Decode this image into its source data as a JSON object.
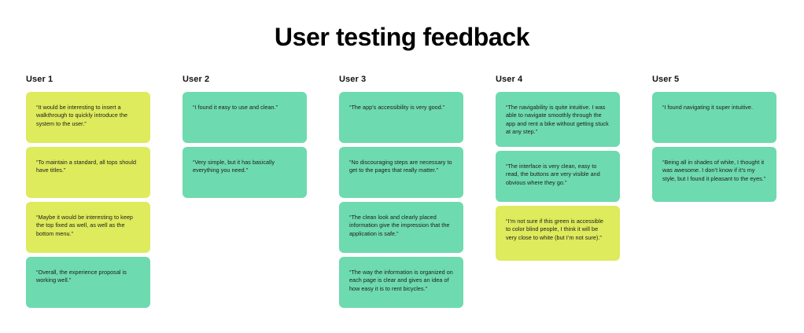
{
  "page": {
    "title": "User testing feedback",
    "background": "#ffffff",
    "title_color": "#000000"
  },
  "colors": {
    "yellow": "#DDEB5C",
    "green": "#6EDAAF",
    "text": "#1b1b1b"
  },
  "columns": [
    {
      "header": "User 1",
      "cards": [
        {
          "text": "“It would be interesting to insert a walkthrough to quickly introduce the system to the user.”",
          "color": "#DDEB5C",
          "color_name": "yellow"
        },
        {
          "text": "“To maintain a standard, all tops should have titles.”",
          "color": "#DDEB5C",
          "color_name": "yellow"
        },
        {
          "text": "“Maybe it would be interesting to keep the top fixed as well, as well as the bottom menu.”",
          "color": "#DDEB5C",
          "color_name": "yellow"
        },
        {
          "text": "“Overall, the experience proposal is working well.”",
          "color": "#6EDAAF",
          "color_name": "green"
        }
      ]
    },
    {
      "header": "User 2",
      "cards": [
        {
          "text": "“I found it easy to use and clean.”",
          "color": "#6EDAAF",
          "color_name": "green"
        },
        {
          "text": "“Very simple, but it has basically everything you need.”",
          "color": "#6EDAAF",
          "color_name": "green"
        }
      ]
    },
    {
      "header": "User 3",
      "cards": [
        {
          "text": "“The app’s accessibility is very good.”",
          "color": "#6EDAAF",
          "color_name": "green"
        },
        {
          "text": "“No discouraging steps are necessary to get to the pages that really matter.”",
          "color": "#6EDAAF",
          "color_name": "green"
        },
        {
          "text": "“The clean look and clearly placed information give the impression that the application is safe.”",
          "color": "#6EDAAF",
          "color_name": "green"
        },
        {
          "text": "“The way the information is organized on each page is clear and gives an idea of how easy it is to rent bicycles.”",
          "color": "#6EDAAF",
          "color_name": "green"
        }
      ]
    },
    {
      "header": "User 4",
      "cards": [
        {
          "text": "“The navigability is quite intuitive. I was able to navigate smoothly through the app and rent a bike without getting stuck at any step.”",
          "color": "#6EDAAF",
          "color_name": "green"
        },
        {
          "text": "“The interface is very clean, easy to read, the buttons are very visible and obvious where they go.”",
          "color": "#6EDAAF",
          "color_name": "green"
        },
        {
          "text": "“I’m not sure if this green is accessible to color blind people, I think it will be very close to white (but I’m not sure).”",
          "color": "#DDEB5C",
          "color_name": "yellow"
        }
      ]
    },
    {
      "header": "User 5",
      "cards": [
        {
          "text": "“I found navigating it super intuitive.",
          "color": "#6EDAAF",
          "color_name": "green"
        },
        {
          "text": "“Being all in shades of white, I thought it was awesome. I don’t know if it’s my style, but I found it pleasant to the eyes.”",
          "color": "#6EDAAF",
          "color_name": "green"
        }
      ]
    }
  ]
}
